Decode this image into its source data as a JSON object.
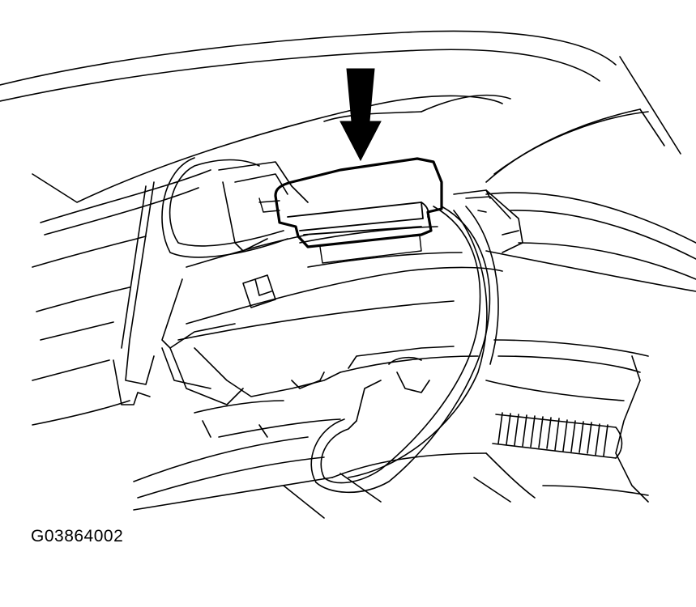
{
  "figure": {
    "id_label": "G03864002"
  },
  "colors": {
    "line": "#000000",
    "background": "#ffffff"
  },
  "callouts": [
    {
      "kind": "arrow-pointer",
      "icon": "down-arrow-icon",
      "target": "electrical-connector"
    }
  ]
}
